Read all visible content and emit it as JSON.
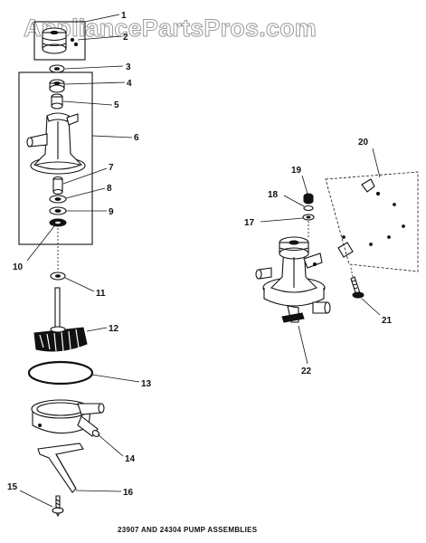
{
  "watermark": "AppliancePartsPros.com",
  "caption": "23907 AND 24304 PUMP ASSEMBLIES",
  "callouts": {
    "c1": "1",
    "c2": "2",
    "c3": "3",
    "c4": "4",
    "c5": "5",
    "c6": "6",
    "c7": "7",
    "c8": "8",
    "c9": "9",
    "c10": "10",
    "c11": "11",
    "c12": "12",
    "c13": "13",
    "c14": "14",
    "c15": "15",
    "c16": "16",
    "c17": "17",
    "c18": "18",
    "c19": "19",
    "c20": "20",
    "c21": "21",
    "c22": "22"
  },
  "ink_color": "#111111",
  "watermark_color": "#9a9a9a"
}
